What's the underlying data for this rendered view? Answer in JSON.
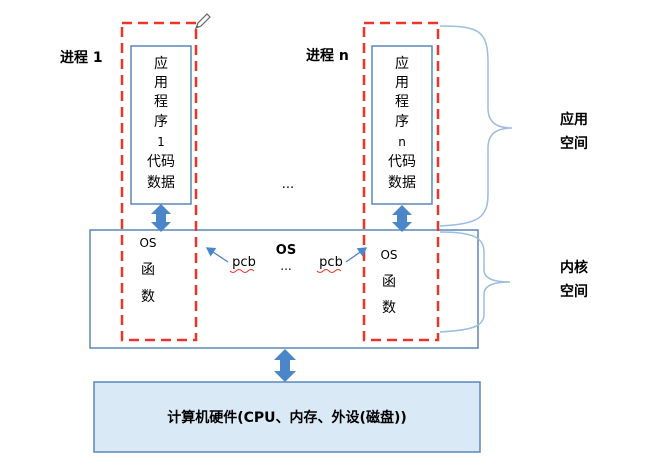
{
  "process_1": {
    "label": "进程 1",
    "app_code_lines": [
      "应",
      "用",
      "程",
      "序",
      "1",
      "代码",
      "数据"
    ],
    "os_lines": [
      "OS",
      "函",
      "数"
    ]
  },
  "process_n": {
    "label": "进程 n",
    "app_code_lines": [
      "应",
      "用",
      "程",
      "序",
      "n",
      "代码",
      "数据"
    ],
    "os_lines": [
      "OS",
      "函",
      "数"
    ]
  },
  "ellipsis_user": "...",
  "kernel": {
    "os_label": "OS",
    "ellipsis": "...",
    "pcb_left": "pcb",
    "pcb_right": "pcb"
  },
  "space_labels": {
    "user_space": [
      "应用",
      "空间"
    ],
    "kernel_space": [
      "内核",
      "空间"
    ]
  },
  "hardware": {
    "label": "计算机硬件(CPU、内存、外设(磁盘))"
  },
  "colors": {
    "dashed_red": "#e8362a",
    "box_blue": "#5b86b8",
    "arrow_blue": "#4a86c8",
    "brace_blue": "#9bbde3",
    "hardware_fill": "#d9eaf6"
  },
  "icons": [
    "pencil-icon"
  ]
}
